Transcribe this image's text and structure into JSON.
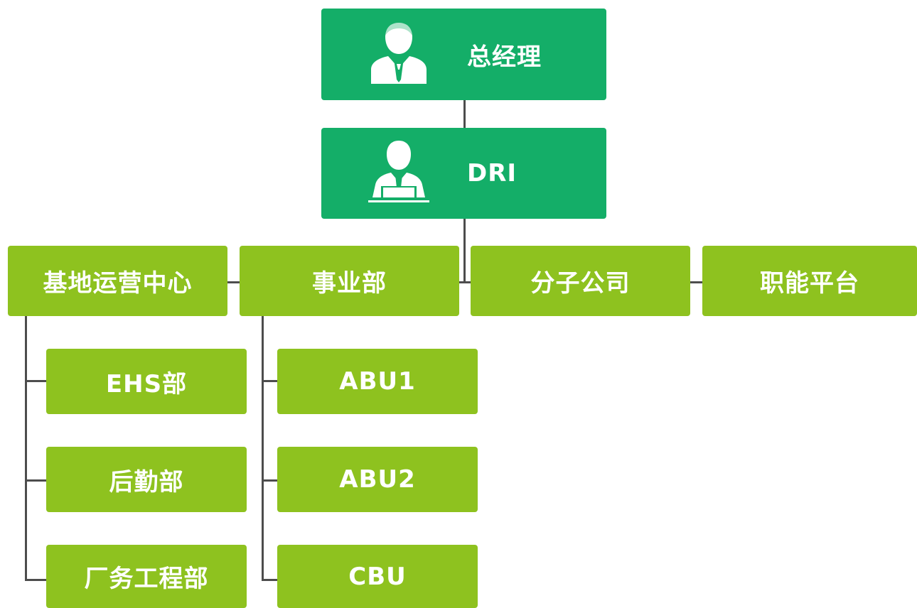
{
  "top": {
    "gm_label": "总经理",
    "dri_label": "DRI"
  },
  "departments": [
    {
      "label": "基地运营中心"
    },
    {
      "label": "事业部"
    },
    {
      "label": "分子公司"
    },
    {
      "label": "职能平台"
    }
  ],
  "base_ops_children": [
    {
      "label": "EHS部"
    },
    {
      "label": "后勤部"
    },
    {
      "label": "厂务工程部"
    }
  ],
  "business_children": [
    {
      "label": "ABU1"
    },
    {
      "label": "ABU2"
    },
    {
      "label": "CBU"
    }
  ],
  "colors": {
    "top_box": "#14ae68",
    "dept_box": "#8ec21f",
    "connector": "#4d4d4d",
    "text": "#ffffff"
  },
  "icons": {
    "gm": "businessman-icon",
    "dri": "presenter-icon"
  }
}
